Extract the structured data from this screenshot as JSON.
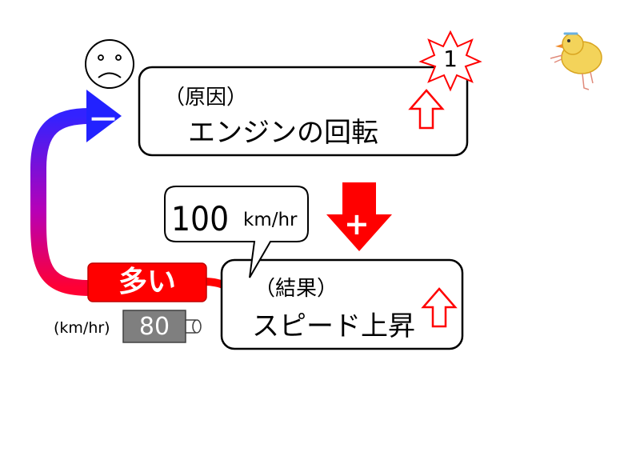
{
  "cause": {
    "label": "（原因）",
    "text": "エンジンの回転"
  },
  "effect": {
    "label": "（結果）",
    "text": "スピード上昇"
  },
  "speech_bubble": {
    "value": "100",
    "unit": "km/hr"
  },
  "feedback_label": "多い",
  "gauge": {
    "unit": "(km/hr)",
    "value": "80"
  },
  "badge_number": "1",
  "signs": {
    "minus": "－",
    "plus": "+"
  },
  "icons": {
    "face": "sad-face-icon",
    "burst": "starburst-icon",
    "chick": "chick-drawing-icon"
  },
  "colors": {
    "red": "#ff0000",
    "blue": "#2222ff",
    "purple": "#9a0fd0",
    "magenta": "#ff1a6a",
    "gauge_gray": "#7f7f7f",
    "box_border": "#000000"
  }
}
